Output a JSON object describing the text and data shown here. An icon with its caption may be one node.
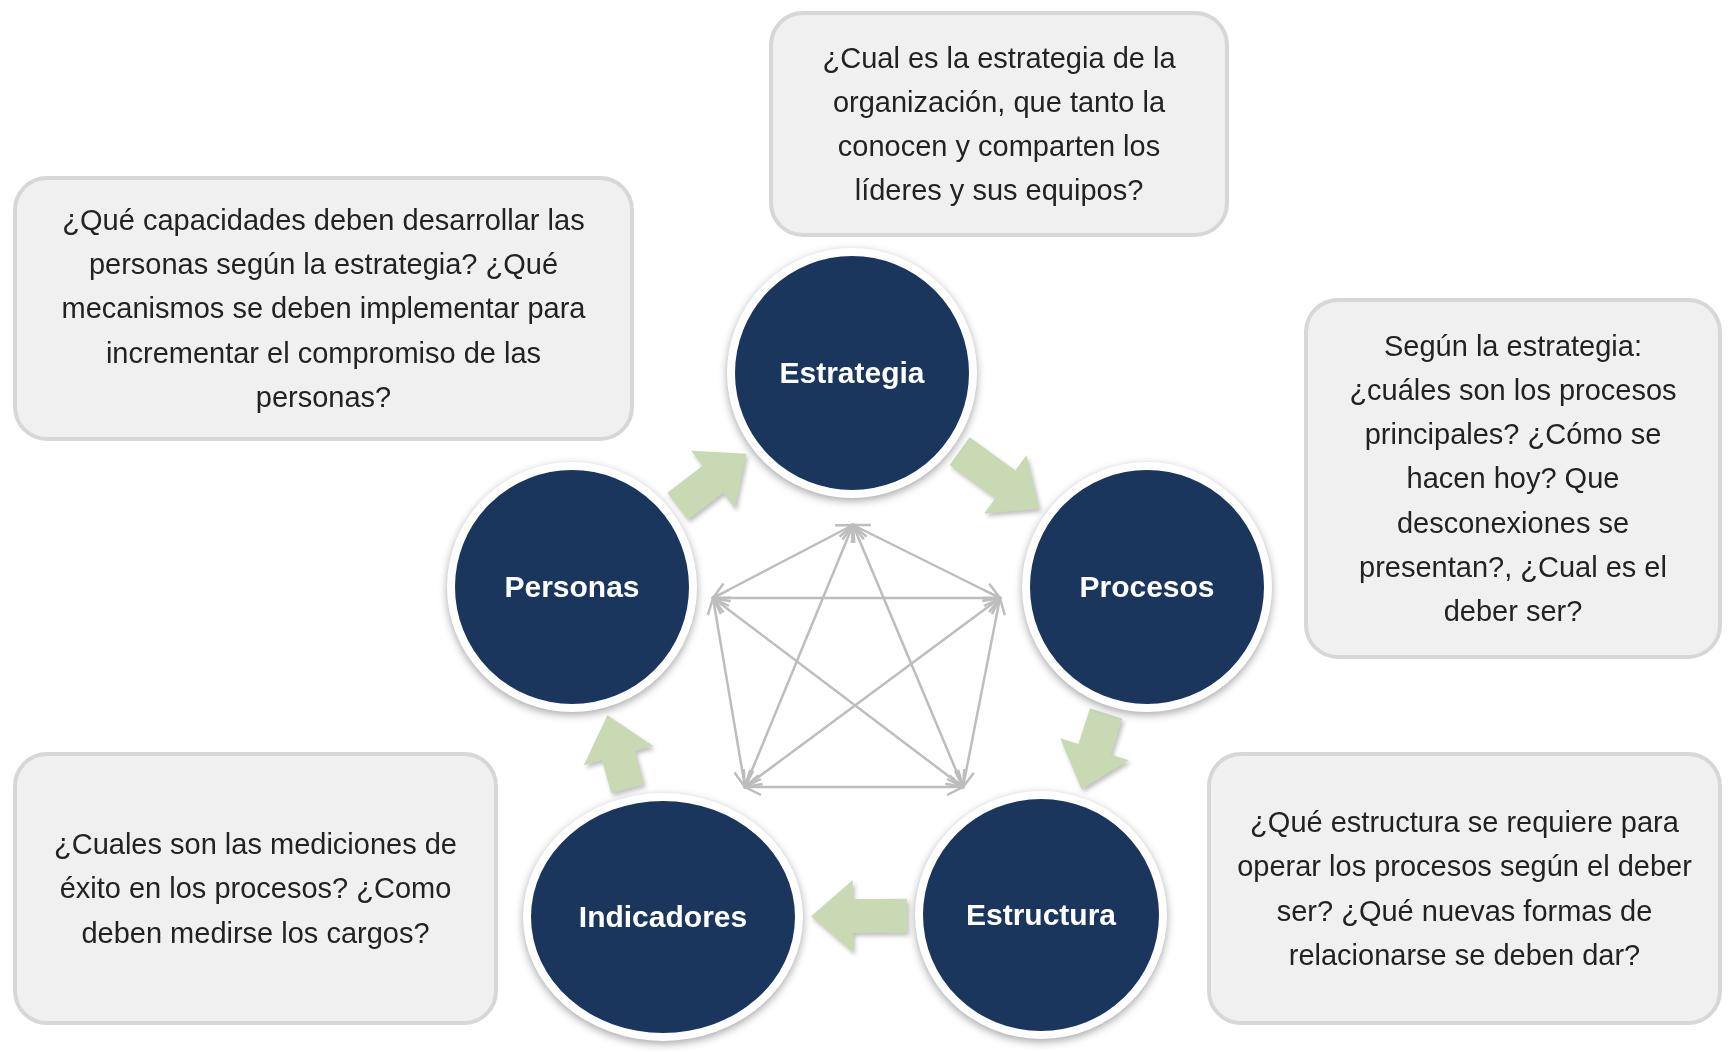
{
  "diagram": {
    "nodes": [
      {
        "text": [
          "Estrategia"
        ]
      },
      {
        "text": [
          "Procesos"
        ]
      },
      {
        "text": [
          "Estructura"
        ]
      },
      {
        "text": [
          "Indicadores"
        ]
      },
      {
        "text": [
          "Personas"
        ]
      },
      {
        "text": [
          "¿Cual es la estrategia de la organización, que tanto la conocen y comparten los líderes y sus equipos?"
        ]
      },
      {
        "text": [
          "Según la estrategia: ¿cuáles son los procesos principales? ¿Cómo se hacen hoy? Que desconexiones se presentan?, ¿Cual es el deber ser?"
        ]
      },
      {
        "text": [
          "¿Qué estructura se requiere para operar los procesos según el deber ser? ¿Qué nuevas formas de relacionarse se deben dar?"
        ]
      },
      {
        "text": [
          "¿Cuales son las mediciones de éxito en los procesos? ¿Como deben medirse los cargos?"
        ]
      },
      {
        "text": [
          "¿Qué capacidades deben desarrollar las personas según la estrategia? ¿Qué mecanismos se deben implementar para incrementar el compromiso de las personas?"
        ]
      }
    ],
    "edges": [
      {
        "from": 0,
        "to": 1,
        "arrow": "to"
      },
      {
        "from": 1,
        "to": 2,
        "arrow": "to"
      },
      {
        "from": 2,
        "to": 3,
        "arrow": "to"
      },
      {
        "from": 3,
        "to": 4,
        "arrow": "to"
      },
      {
        "from": 4,
        "to": 0,
        "arrow": "to"
      }
    ]
  }
}
